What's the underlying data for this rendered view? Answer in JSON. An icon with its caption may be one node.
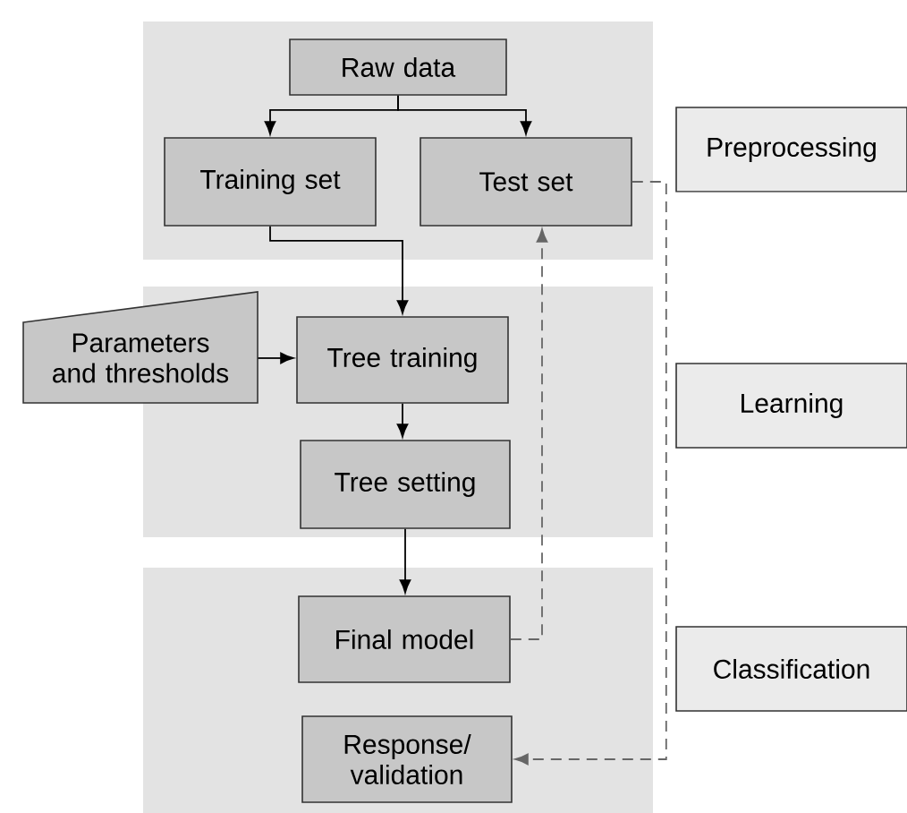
{
  "diagram": {
    "nodes": [
      {
        "text": [
          "Raw data"
        ]
      },
      {
        "text": [
          "Training set"
        ]
      },
      {
        "text": [
          "Test set"
        ]
      },
      {
        "text": [
          "Preprocessing"
        ]
      },
      {
        "text": [
          "Parameters and thresholds"
        ]
      },
      {
        "text": [
          "Tree training"
        ]
      },
      {
        "text": [
          "Learning"
        ]
      },
      {
        "text": [
          "Tree setting"
        ]
      },
      {
        "text": [
          "Final model"
        ]
      },
      {
        "text": [
          "Classification"
        ]
      },
      {
        "text": [
          "Response/ validation"
        ]
      }
    ],
    "edges": [
      {
        "from": 0,
        "to": 1,
        "arrow": "to"
      },
      {
        "from": 0,
        "to": 2,
        "arrow": "to"
      },
      {
        "from": 1,
        "to": 5,
        "arrow": "to"
      },
      {
        "from": 4,
        "to": 5,
        "arrow": "to"
      },
      {
        "from": 5,
        "to": 7,
        "arrow": "to"
      },
      {
        "from": 7,
        "to": 8,
        "arrow": "to"
      },
      {
        "from": 8,
        "to": 2,
        "arrow": "to",
        "style": "dashed",
        "color": "#666666"
      },
      {
        "from": 2,
        "to": 10,
        "arrow": "to",
        "style": "dashed",
        "color": "#666666"
      }
    ]
  }
}
